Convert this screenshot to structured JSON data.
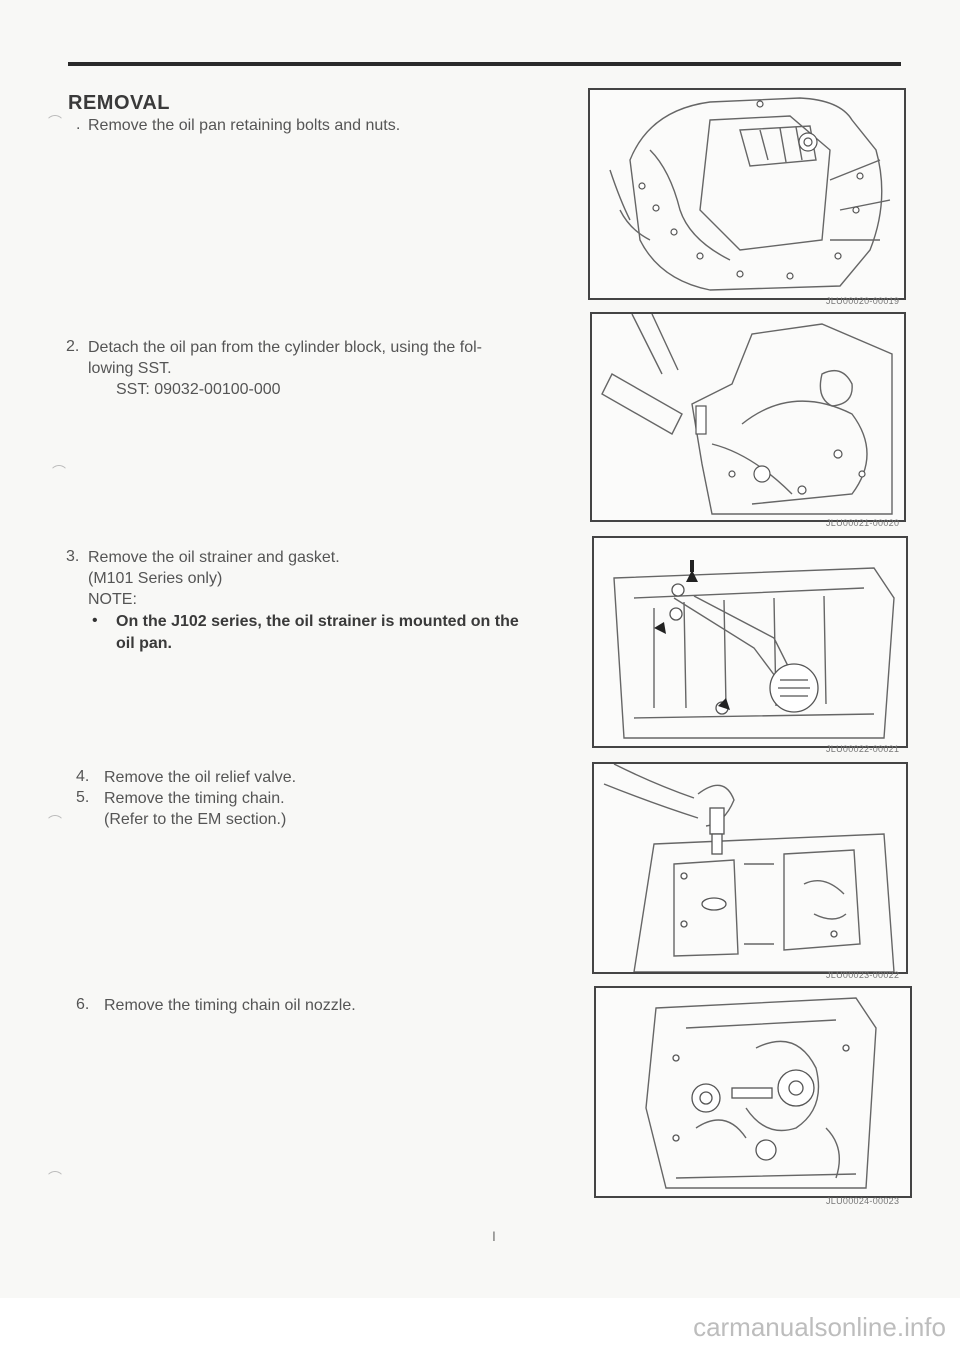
{
  "section": {
    "title": "REMOVAL"
  },
  "steps": [
    {
      "num": ".",
      "lines": [
        "Remove the oil pan retaining bolts and nuts."
      ]
    },
    {
      "num": "2.",
      "lines": [
        "Detach the oil pan from the cylinder block, using the fol-",
        "lowing SST.",
        "SST:  09032-00100-000"
      ]
    },
    {
      "num": "3.",
      "lines": [
        "Remove the oil strainer and gasket.",
        "(M101 Series only)",
        "NOTE:"
      ],
      "note_bullet": "•",
      "note_lines": [
        "On the J102 series, the oil strainer is mounted on the",
        "oil pan."
      ]
    },
    {
      "num": "4.",
      "lines": [
        "Remove the oil relief valve."
      ]
    },
    {
      "num": "5.",
      "lines": [
        "Remove the timing chain.",
        "(Refer to the EM section.)"
      ]
    },
    {
      "num": "6.",
      "lines": [
        "Remove the timing chain oil nozzle."
      ]
    }
  ],
  "figures": [
    {
      "caption": "JLU00020-00019"
    },
    {
      "caption": "JLU00021-00020"
    },
    {
      "caption": "JLU00022-00021"
    },
    {
      "caption": "JLU00023-00022"
    },
    {
      "caption": "JLU00024-00023"
    }
  ],
  "page_number": "I",
  "watermark": "carmanualsonline.info"
}
